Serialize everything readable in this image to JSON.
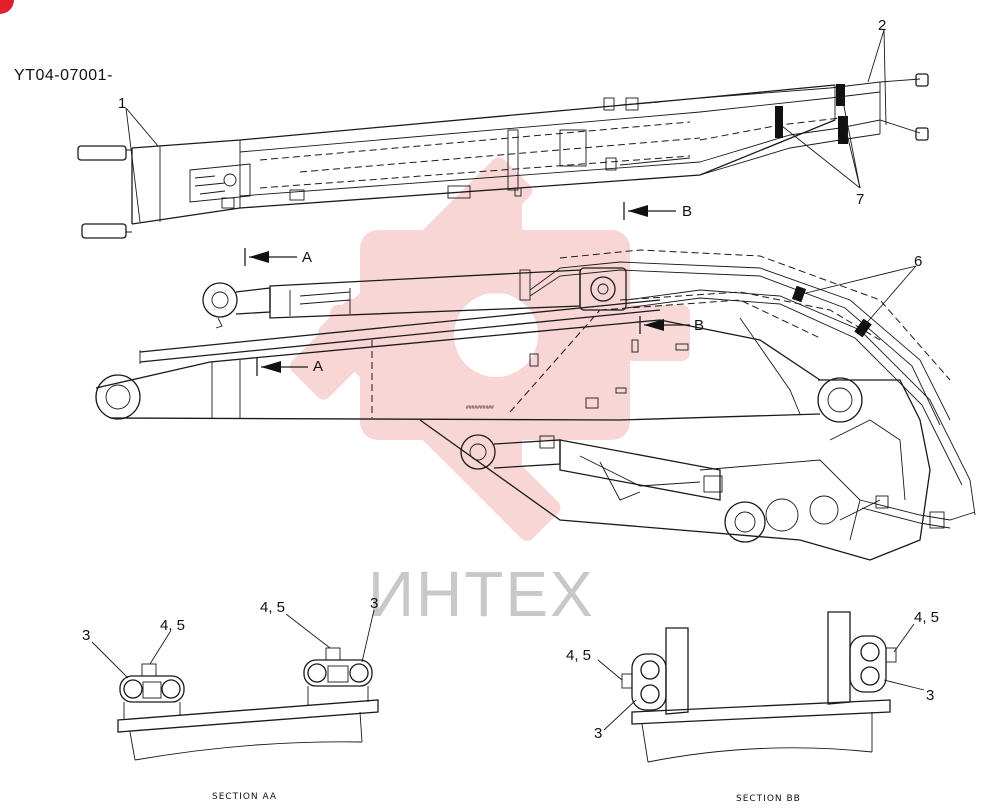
{
  "drawing": {
    "code": "YT04-07001-",
    "refs": {
      "r1": "1",
      "r2": "2",
      "r6": "6",
      "r7": "7",
      "r3": "3",
      "r45": "4, 5"
    },
    "view_markers": {
      "a": "A",
      "b": "B"
    },
    "plate_text": "##########",
    "sections": {
      "aa": "SECTION AA",
      "bb": "SECTION BB"
    }
  },
  "watermark": {
    "text": "ИНТЕХ",
    "color": "#e23a3a"
  },
  "corner_badge_color": "#e0202a"
}
